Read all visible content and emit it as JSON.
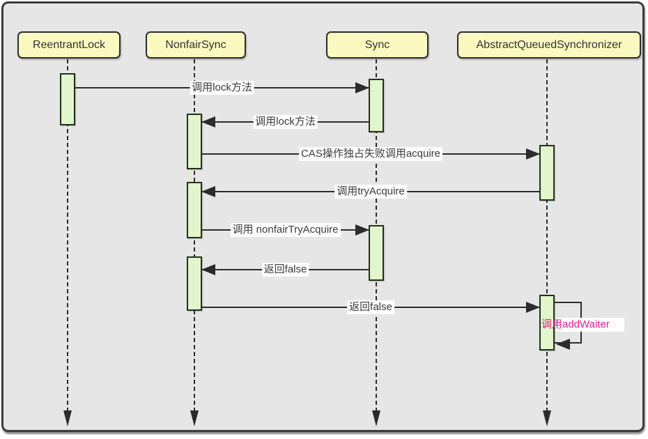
{
  "diagram": {
    "type": "sequence",
    "actors": [
      {
        "name": "ReentrantLock"
      },
      {
        "name": "NonfairSync"
      },
      {
        "name": "Sync"
      },
      {
        "name": "AbstractQueuedSynchronizer"
      }
    ],
    "messages": [
      {
        "label": "调用lock方法",
        "from": "ReentrantLock",
        "to": "Sync"
      },
      {
        "label": "调用lock方法",
        "from": "Sync",
        "to": "NonfairSync"
      },
      {
        "label": "CAS操作独占失败调用acquire",
        "from": "NonfairSync",
        "to": "AbstractQueuedSynchronizer"
      },
      {
        "label": "调用tryAcquire",
        "from": "AbstractQueuedSynchronizer",
        "to": "NonfairSync"
      },
      {
        "label": "调用 nonfairTryAcquire",
        "from": "NonfairSync",
        "to": "Sync"
      },
      {
        "label": "返回false",
        "from": "Sync",
        "to": "NonfairSync"
      },
      {
        "label": "返回false",
        "from": "NonfairSync",
        "to": "AbstractQueuedSynchronizer"
      },
      {
        "label": "调用addWaiter",
        "from": "AbstractQueuedSynchronizer",
        "to": "AbstractQueuedSynchronizer",
        "self": true
      }
    ],
    "colors": {
      "background": "#E6E6E6",
      "actor_fill": "#FAFAC0",
      "activation_fill": "#E2F5CC",
      "line": "#2B2B2B",
      "label_text": "#3C3C3C",
      "self_message_text": "#E1218B"
    }
  }
}
